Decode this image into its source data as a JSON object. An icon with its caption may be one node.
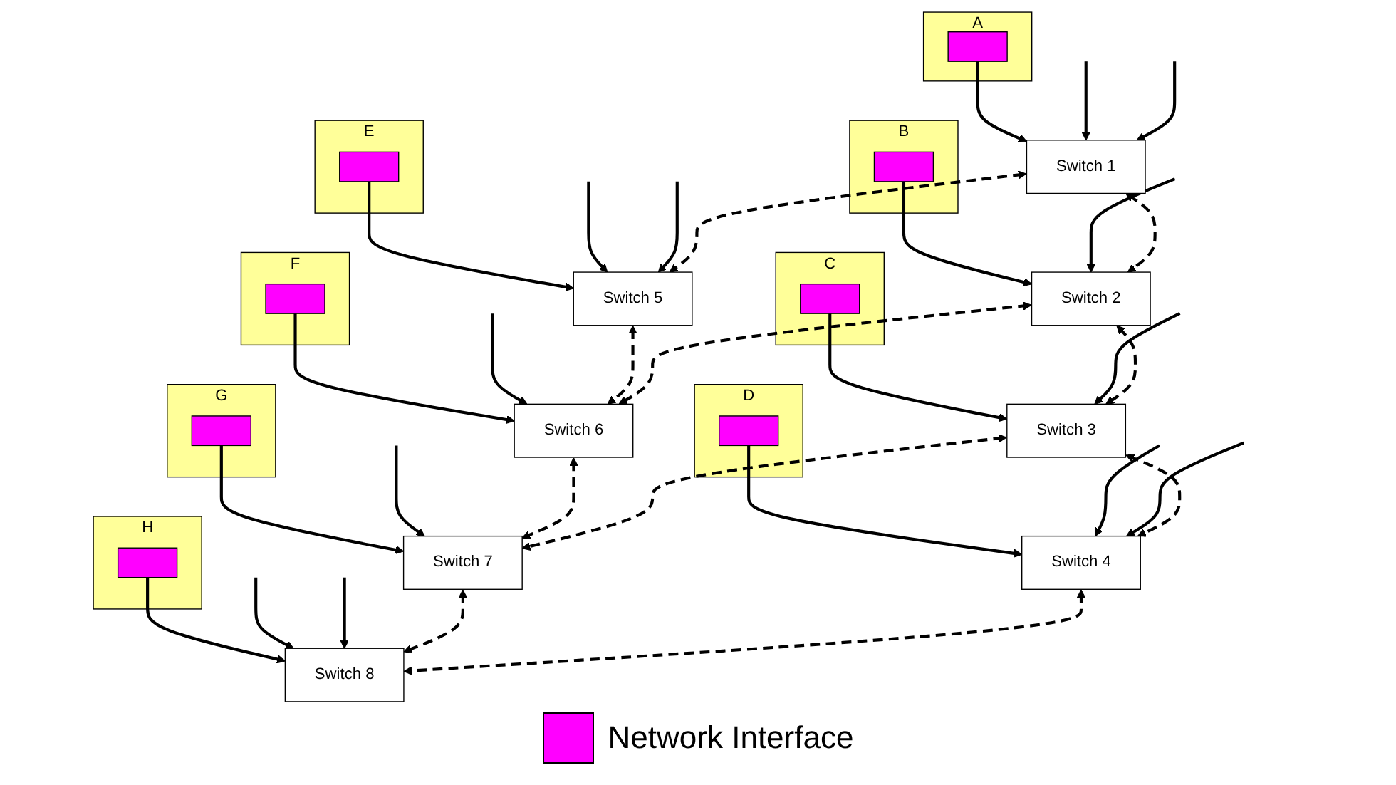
{
  "diagram": {
    "nodes": [
      {
        "text": [
          "A"
        ]
      },
      {
        "text": [],
        "shape": "box",
        "in": 0
      },
      {
        "text": [
          "B"
        ]
      },
      {
        "text": [],
        "shape": "box",
        "in": 2
      },
      {
        "text": [
          "C"
        ]
      },
      {
        "text": [],
        "shape": "box",
        "in": 4
      },
      {
        "text": [
          "D"
        ]
      },
      {
        "text": [],
        "shape": "box",
        "in": 6
      },
      {
        "text": [
          "Switch 1"
        ]
      },
      {
        "text": [
          "Switch 2"
        ]
      },
      {
        "text": [
          "Switch 3"
        ]
      },
      {
        "text": [
          "Switch 4"
        ]
      },
      {
        "text": [
          "E"
        ]
      },
      {
        "text": [],
        "shape": "box",
        "in": 12
      },
      {
        "text": [
          "F"
        ]
      },
      {
        "text": [],
        "shape": "box",
        "in": 14
      },
      {
        "text": [
          "G"
        ]
      },
      {
        "text": [],
        "shape": "box",
        "in": 16
      },
      {
        "text": [
          "H"
        ]
      },
      {
        "text": [],
        "shape": "box",
        "in": 18
      },
      {
        "text": [
          "Switch 5"
        ]
      },
      {
        "text": [
          "Switch 6"
        ]
      },
      {
        "text": [
          "Switch 7"
        ]
      },
      {
        "text": [
          "Switch 8"
        ]
      }
    ],
    "edges": [
      {
        "from": 1,
        "to": 8,
        "arrow": "to"
      },
      {
        "from": 3,
        "to": 9,
        "arrow": "to"
      },
      {
        "from": 5,
        "to": 10,
        "arrow": "to"
      },
      {
        "from": 7,
        "to": 11,
        "arrow": "to"
      },
      {
        "from": 13,
        "to": 20,
        "arrow": "to"
      },
      {
        "from": 15,
        "to": 21,
        "arrow": "to"
      },
      {
        "from": 17,
        "to": 22,
        "arrow": "to"
      },
      {
        "from": 19,
        "to": 23,
        "arrow": "to"
      },
      {
        "from": null,
        "to": 8,
        "arrow": "to"
      },
      {
        "from": null,
        "to": 9,
        "arrow": "to"
      },
      {
        "from": null,
        "to": 10,
        "arrow": "to"
      },
      {
        "from": null,
        "to": 11,
        "arrow": "to"
      },
      {
        "from": null,
        "to": 8,
        "arrow": "to"
      },
      {
        "from": null,
        "to": 11,
        "arrow": "to"
      },
      {
        "from": null,
        "to": 20,
        "arrow": "to"
      },
      {
        "from": null,
        "to": 23,
        "arrow": "to"
      },
      {
        "from": null,
        "to": 20,
        "arrow": "to"
      },
      {
        "from": null,
        "to": 21,
        "arrow": "to"
      },
      {
        "from": null,
        "to": 22,
        "arrow": "to"
      },
      {
        "from": null,
        "to": 23,
        "arrow": "to"
      },
      {
        "from": 8,
        "to": 9,
        "arrow": "both",
        "style": "dashed"
      },
      {
        "from": 9,
        "to": 10,
        "arrow": "both",
        "style": "dashed"
      },
      {
        "from": 10,
        "to": 11,
        "arrow": "both",
        "style": "dashed"
      },
      {
        "from": 20,
        "to": 21,
        "arrow": "both",
        "style": "dashed"
      },
      {
        "from": 21,
        "to": 22,
        "arrow": "both",
        "style": "dashed"
      },
      {
        "from": 22,
        "to": 23,
        "arrow": "both",
        "style": "dashed"
      },
      {
        "from": 8,
        "to": 20,
        "arrow": "both",
        "style": "dashed"
      },
      {
        "from": 9,
        "to": 21,
        "arrow": "both",
        "style": "dashed"
      },
      {
        "from": 10,
        "to": 22,
        "arrow": "both",
        "style": "dashed"
      },
      {
        "from": 11,
        "to": 23,
        "arrow": "both",
        "style": "dashed"
      }
    ],
    "legend": [
      {
        "text": "Network Interface",
        "color": "#ff00ff"
      }
    ]
  }
}
